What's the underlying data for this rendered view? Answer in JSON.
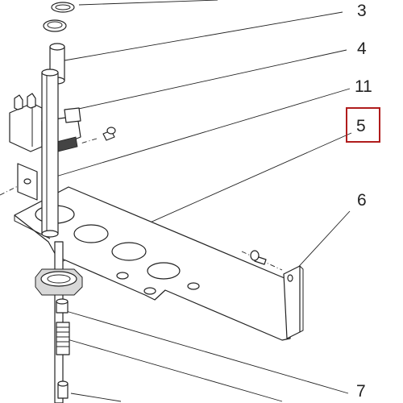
{
  "diagram": {
    "callouts": [
      {
        "id": "3",
        "label": "3"
      },
      {
        "id": "4",
        "label": "4"
      },
      {
        "id": "11",
        "label": "11"
      },
      {
        "id": "5",
        "label": "5",
        "highlighted": true
      },
      {
        "id": "6",
        "label": "6"
      },
      {
        "id": "7",
        "label": "7"
      }
    ],
    "highlight_color": "#b01c1c"
  }
}
